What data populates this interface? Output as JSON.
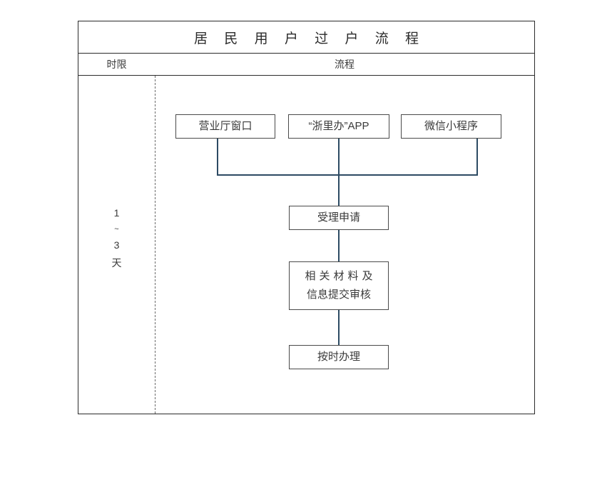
{
  "table": {
    "title": "居 民 用 户 过 户 流 程",
    "headers": {
      "duration": "时限",
      "flow": "流程"
    }
  },
  "duration": {
    "value_from": "1",
    "separator": "~",
    "value_to": "3",
    "unit": "天"
  },
  "flow": {
    "channels": [
      {
        "label": "营业厅窗口"
      },
      {
        "label": "“浙里办”APP"
      },
      {
        "label": "微信小程序"
      }
    ],
    "steps": [
      {
        "label": "受理申请"
      },
      {
        "line1": "相关材料及",
        "line2": "信息提交审核"
      },
      {
        "label": "按时办理"
      }
    ]
  },
  "colors": {
    "border": "#2b2b2b",
    "node_border": "#4a4a4a",
    "connector": "#2d4b63",
    "divider": "#6b6b6b",
    "text": "#3a3a3a",
    "background": "#ffffff"
  }
}
